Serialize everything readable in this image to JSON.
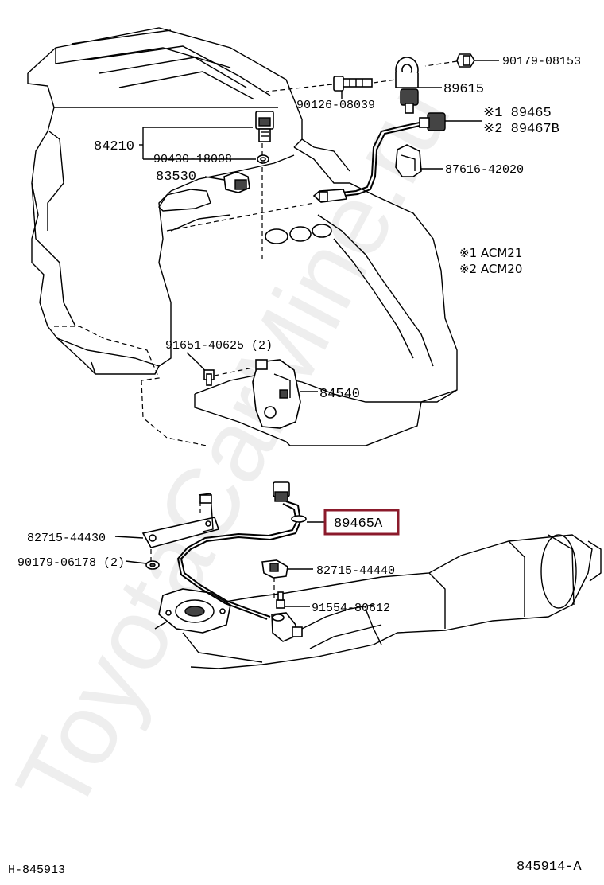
{
  "watermark": "ToyotaCarMine.ru",
  "highlight_color": "#8b1a2b",
  "parts": {
    "p90179_08153": "90179-08153",
    "p90126_08039": "90126-08039",
    "p89615": "89615",
    "p89465_line1": "※1 89465",
    "p89467B_line2": "※2 89467B",
    "p84210": "84210",
    "p90430_18008": "90430-18008",
    "p87616_42020": "87616-42020",
    "p83530": "83530",
    "p91651_40625": "91651-40625 (2)",
    "p84540": "84540",
    "p89465A": "89465A",
    "p82715_44430": "82715-44430",
    "p90179_06178": "90179-06178 (2)",
    "p82715_44440": "82715-44440",
    "p91554_80612": "91554-80612"
  },
  "notes": {
    "acm21": "※1  ACM21",
    "acm20": "※2  ACM20"
  },
  "footer": {
    "left_code": "H-845913",
    "right_code": "845914-A"
  },
  "icons": [
    "engine-block-drawing",
    "exhaust-pipe-drawing",
    "oxygen-sensor-icon",
    "knock-sensor-icon",
    "clamp-icon",
    "switch-icon"
  ]
}
